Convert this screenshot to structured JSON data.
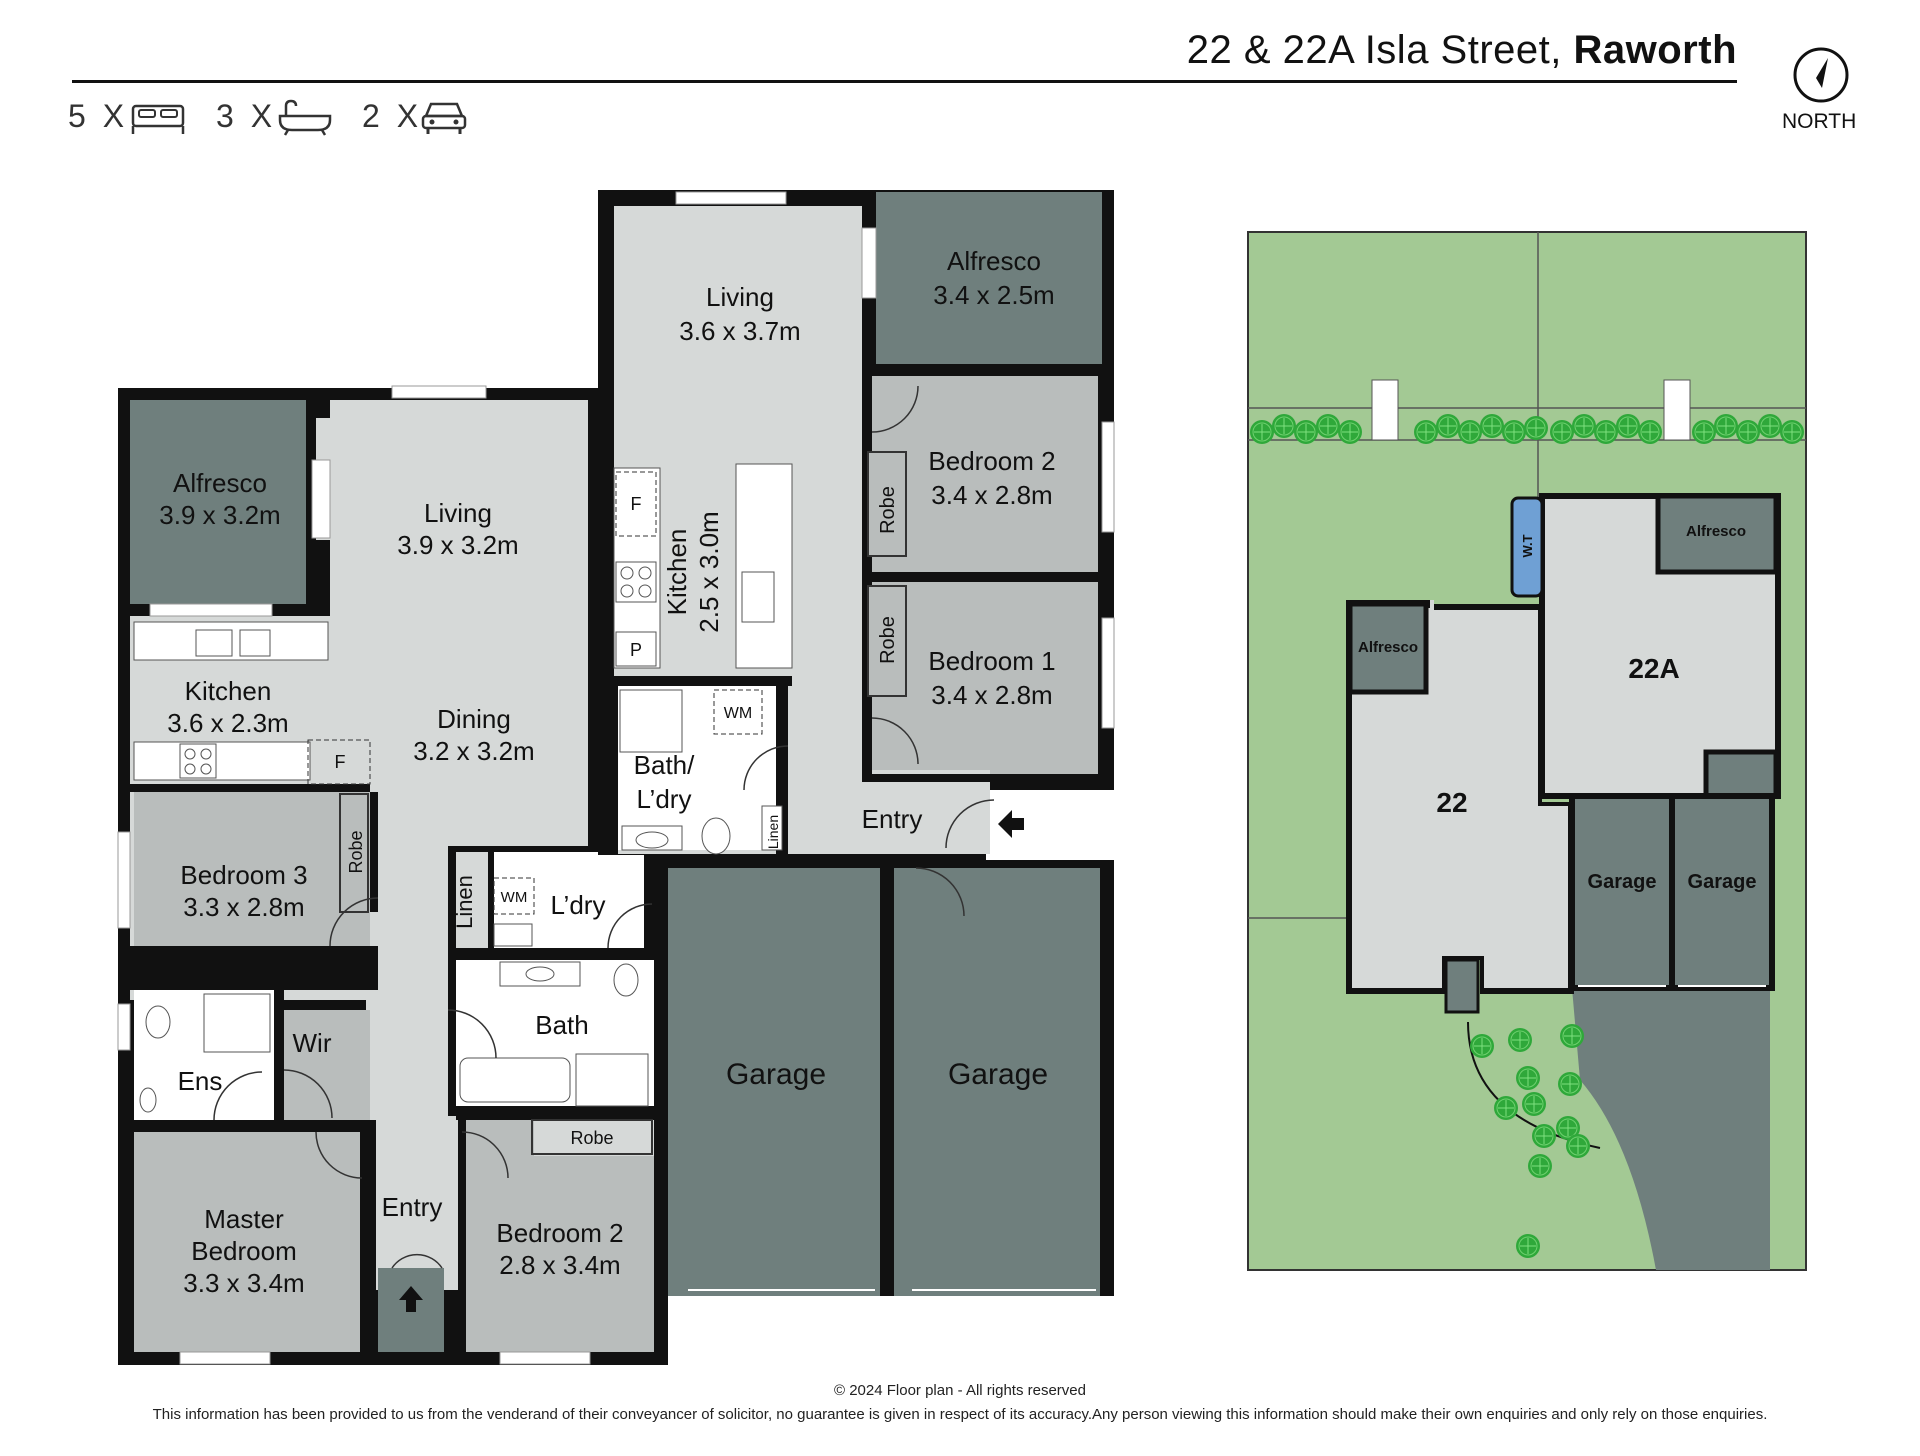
{
  "header": {
    "address_street": "22 & 22A Isla Street, ",
    "address_suburb": "Raworth",
    "bedrooms": "5 X",
    "bathrooms": "3 X",
    "cars": "2 X",
    "north_label": "NORTH"
  },
  "plan22": {
    "alfresco_name": "Alfresco",
    "alfresco_dim": "3.9 x 3.2m",
    "living_name": "Living",
    "living_dim": "3.9 x 3.2m",
    "kitchen_name": "Kitchen",
    "kitchen_dim": "3.6 x 2.3m",
    "dining_name": "Dining",
    "dining_dim": "3.2 x 3.2m",
    "fridge": "F",
    "bed3_name": "Bedroom 3",
    "bed3_dim": "3.3 x 2.8m",
    "robe": "Robe",
    "linen": "Linen",
    "wm": "WM",
    "laundry": "L’dry",
    "bath": "Bath",
    "ens": "Ens",
    "wir": "Wir",
    "master_name1": "Master",
    "master_name2": "Bedroom",
    "master_dim": "3.3 x 3.4m",
    "entry": "Entry",
    "bed2_name": "Bedroom 2",
    "bed2_dim": "2.8 x 3.4m",
    "garage": "Garage"
  },
  "plan22a": {
    "living_name": "Living",
    "living_dim": "3.6 x 3.7m",
    "alfresco_name": "Alfresco",
    "alfresco_dim": "3.4 x 2.5m",
    "kitchen_name": "Kitchen",
    "kitchen_dim": "2.5 x 3.0m",
    "fridge": "F",
    "pantry": "P",
    "bed2_name": "Bedroom 2",
    "bed2_dim": "3.4 x 2.8m",
    "bed1_name": "Bedroom 1",
    "bed1_dim": "3.4 x 2.8m",
    "robe": "Robe",
    "wm": "WM",
    "bathl_1": "Bath/",
    "bathl_2": "L’dry",
    "linen": "Linen",
    "entry": "Entry",
    "garage": "Garage"
  },
  "site": {
    "alfresco": "Alfresco",
    "unit22": "22",
    "unit22a": "22A",
    "water_tank": "W.T",
    "garage": "Garage"
  },
  "footer": {
    "copyright": "© 2024 Floor plan  - All rights reserved",
    "disclaimer": "This information has been provided to us from the venderand of their conveyancer of solicitor, no guarantee is given in respect of its accuracy.Any person viewing this information should make their own enquiries and only rely on those enquiries."
  },
  "colors": {
    "wall": "#111111",
    "room_light": "#d6d9d8",
    "room_mid": "#b9bdbc",
    "room_dark": "#6f7f7d",
    "lawn": "#a3c994",
    "shrub": "#2fa83a"
  }
}
